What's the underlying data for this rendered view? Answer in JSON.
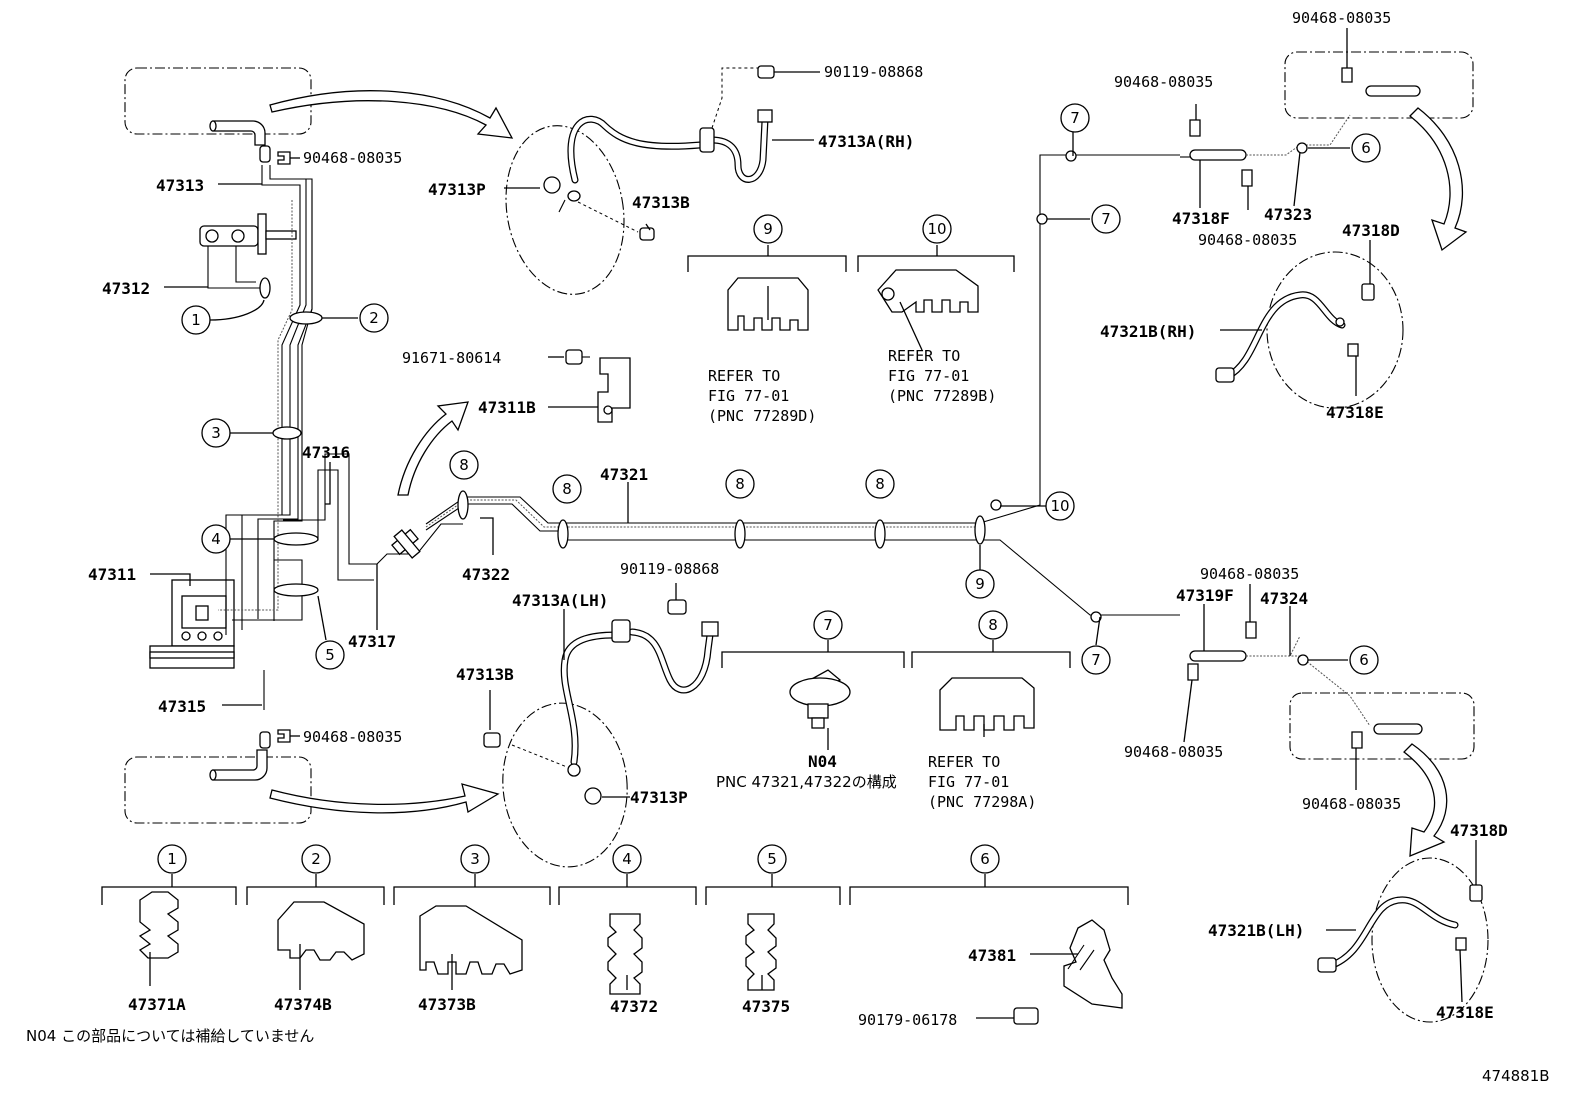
{
  "diagram_id": "474881B",
  "labels": {
    "p47313": "47313",
    "p90468_a": "90468-08035",
    "p47312": "47312",
    "p47316": "47316",
    "p47311": "47311",
    "p47317": "47317",
    "p47315": "47315",
    "p90468_b": "90468-08035",
    "p90119_a": "90119-08868",
    "p47313A_rh": "47313A(RH)",
    "p47313P_top": "47313P",
    "p47313B_top": "47313B",
    "p91671": "91671-80614",
    "p47311B": "47311B",
    "p47321": "47321",
    "p47322": "47322",
    "p90119_b": "90119-08868",
    "p47313A_lh": "47313A(LH)",
    "p47313B_bot": "47313B",
    "p47313P_bot": "47313P",
    "pN04": "N04",
    "pnc_note": "PNC 47321,47322の構成",
    "p90468_c": "90468-08035",
    "p90468_d": "90468-08035",
    "p47318F": "47318F",
    "p47323": "47323",
    "p90468_e": "90468-08035",
    "p47318D_top": "47318D",
    "p47321B_rh": "47321B(RH)",
    "p47318E_top": "47318E",
    "p90468_f": "90468-08035",
    "p47319F": "47319F",
    "p47324": "47324",
    "p90468_g": "90468-08035",
    "p90468_h": "90468-08035",
    "p47318D_bot": "47318D",
    "p47321B_lh": "47321B(LH)",
    "p47318E_bot": "47318E",
    "p47381": "47381",
    "p90179": "90179-06178",
    "p47371A": "47371A",
    "p47374B": "47374B",
    "p47373B": "47373B",
    "p47372": "47372",
    "p47375": "47375"
  },
  "refs": {
    "ref9": [
      "REFER TO",
      "FIG 77-01",
      "(PNC 77289D)"
    ],
    "ref10": [
      "REFER TO",
      "FIG 77-01",
      "(PNC 77289B)"
    ],
    "ref8": [
      "REFER TO",
      "FIG 77-01",
      "(PNC 77298A)"
    ]
  },
  "callouts": {
    "c1": "1",
    "c2": "2",
    "c3": "3",
    "c4": "4",
    "c5": "5",
    "c6a": "6",
    "c6b": "6",
    "c7a": "7",
    "c7b": "7",
    "c7c": "7",
    "c8a": "8",
    "c8b": "8",
    "c8c": "8",
    "c8d": "8",
    "c9a": "9",
    "c10a": "10",
    "g9": "9",
    "g10": "10",
    "g7": "7",
    "g8": "8",
    "g1": "1",
    "g2": "2",
    "g3": "3",
    "g4": "4",
    "g5": "5",
    "g6": "6"
  },
  "footer_note": "N04 この部品については補給していません"
}
